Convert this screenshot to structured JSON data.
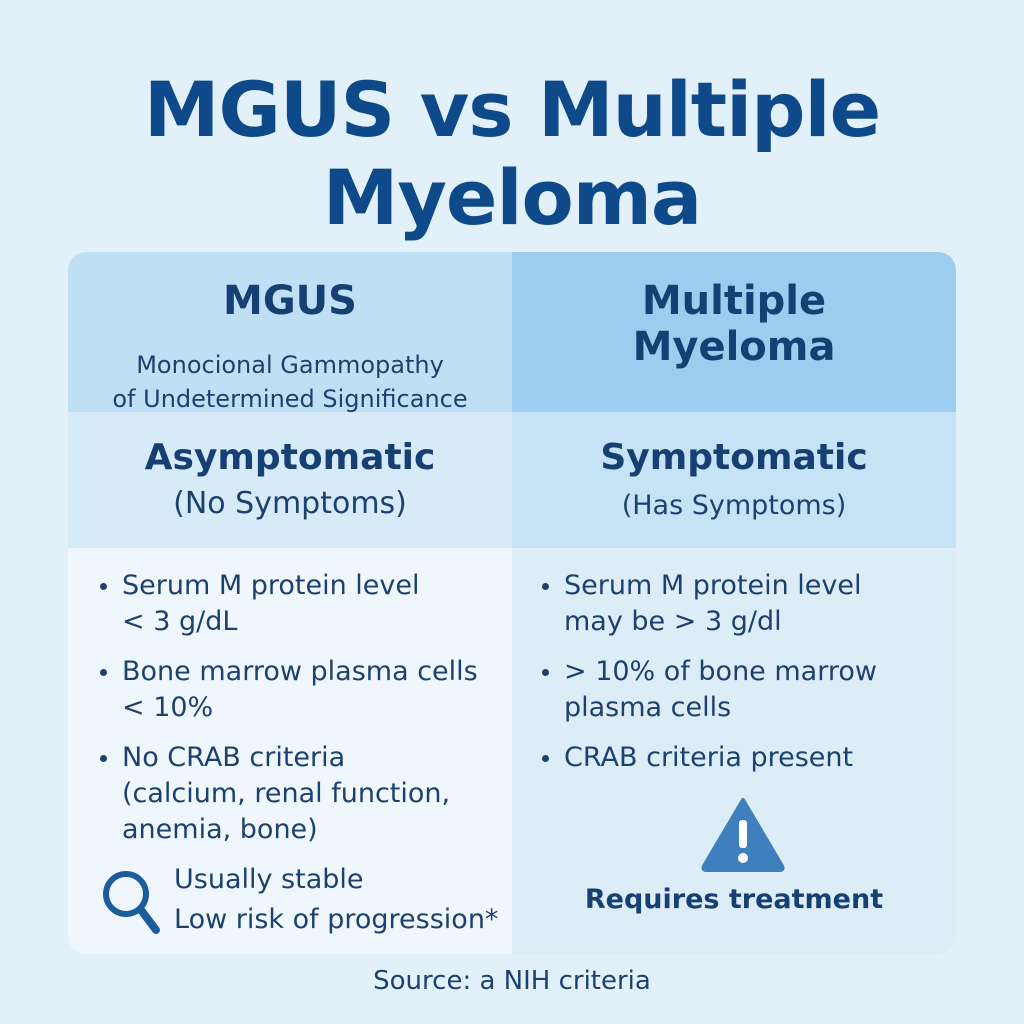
{
  "title_line1": "MGUS vs Multiple",
  "title_line2": "Myeloma",
  "columns": [
    {
      "title": "MGUS",
      "subtitle_line1": "Monocional Gammopathy",
      "subtitle_line2": "of Undetermined Significance",
      "status_title": "Asymptomatic",
      "status_sub": "(No Symptoms)",
      "bullets": [
        {
          "line1": "Serum M protein level",
          "line2": "< 3 g/dL"
        },
        {
          "line1": "Bone marrow plasma cells",
          "line2": "< 10%"
        },
        {
          "line1": "No CRAB criteria",
          "line2": "(calcium, renal function,",
          "line3": "anemia, bone)"
        }
      ],
      "note_line1": "Usually stable",
      "note_line2": "Low risk of progression*",
      "note_icon": "magnifier-icon"
    },
    {
      "title_line1": "Multiple",
      "title_line2": "Myeloma",
      "status_title": "Symptomatic",
      "status_sub": "(Has Symptoms)",
      "bullets": [
        {
          "line1": "Serum M protein level",
          "line2": "may be > 3 g/dl"
        },
        {
          "line1": "> 10% of bone marrow",
          "line2": "plasma cells"
        },
        {
          "line1": "CRAB criteria present"
        }
      ],
      "note": "Requires treatment",
      "note_icon": "warning-icon"
    }
  ],
  "source": "Source: a NIH criteria",
  "colors": {
    "title": "#0e4a8a",
    "text": "#1d416f",
    "warning": "#3d80bd",
    "background": "#e2f0fa"
  }
}
